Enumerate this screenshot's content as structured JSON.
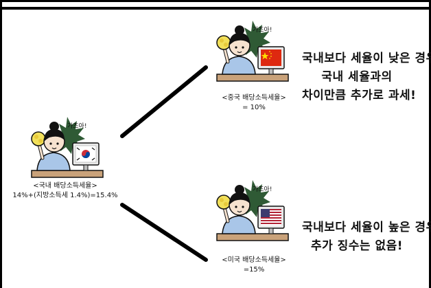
{
  "korea": {
    "caption_title": "<국내 배당소득세율>",
    "caption_value": "14%+(지방소득세 1.4%)=15.4%",
    "shout": "가즈아!",
    "flag_icon": "south-korea-flag-icon"
  },
  "china": {
    "caption_title": "<중국 배당소득세율>",
    "caption_value": "= 10%",
    "shout": "가즈아!",
    "flag_icon": "china-flag-icon",
    "note_lines": [
      "국내보다 세율이 낮은 경우",
      "국내 세율과의",
      "차이만큼 추가로 과세!"
    ]
  },
  "usa": {
    "caption_title": "<미국 배당소득세율>",
    "caption_value": "=15%",
    "shout": "가즈아!",
    "flag_icon": "usa-flag-icon",
    "note_lines": [
      "국내보다 세율이 높은 경우",
      "추가 징수는 없음!"
    ]
  },
  "colors": {
    "shirt": "#a9c6e8",
    "pompom": "#f2e05a",
    "splash": "#2f5a35",
    "desk": "#c9a27a",
    "korea_red": "#cd2e3a",
    "korea_blue": "#0047a0",
    "china_red": "#de2910",
    "china_star": "#ffde00",
    "usa_red": "#b22234",
    "usa_blue": "#3c3b6e"
  }
}
